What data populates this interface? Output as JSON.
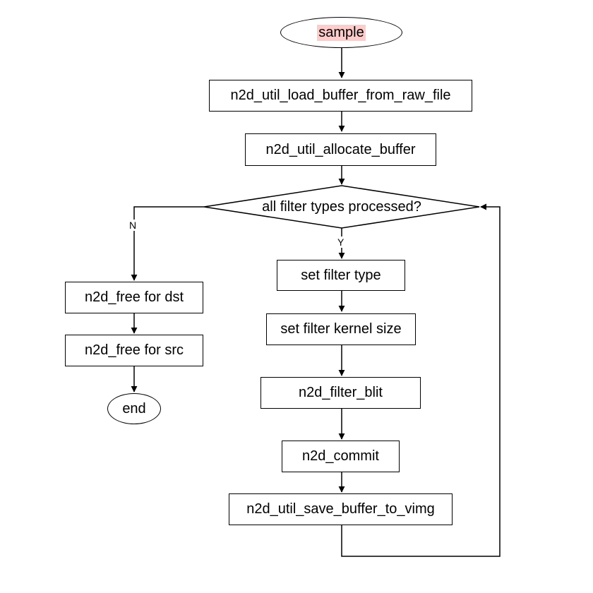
{
  "nodes": {
    "start": "sample",
    "load": "n2d_util_load_buffer_from_raw_file",
    "allocate": "n2d_util_allocate_buffer",
    "decision": "all filter types processed?",
    "set_type": "set filter type",
    "set_kernel": "set filter kernel size",
    "blit": "n2d_filter_blit",
    "commit": "n2d_commit",
    "save": "n2d_util_save_buffer_to_vimg",
    "free_dst": "n2d_free for dst",
    "free_src": "n2d_free for src",
    "end": "end"
  },
  "edge_labels": {
    "no": "N",
    "yes": "Y"
  },
  "colors": {
    "stroke": "#000000",
    "highlight": "#ffcccc"
  }
}
